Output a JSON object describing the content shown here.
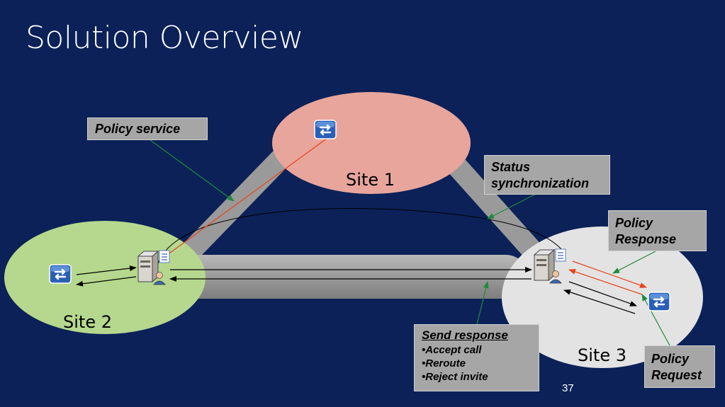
{
  "title": "Solution Overview",
  "sites": {
    "site1": "Site 1",
    "site2": "Site 2",
    "site3": "Site 3"
  },
  "callouts": {
    "policy_service": "Policy service",
    "status_sync": [
      "Status",
      "synchronization"
    ],
    "policy_response": [
      "Policy",
      "Response"
    ],
    "policy_request": [
      "Policy",
      "Request"
    ],
    "send_response": {
      "heading": "Send response",
      "items": [
        "•Accept call",
        "•Reroute",
        "•Reject invite"
      ]
    }
  },
  "page_number": "37",
  "colors": {
    "background": "#0b2158",
    "site1": "#e8a59c",
    "site2": "#b5d88e",
    "site3": "#e3e3e3",
    "link": "#9a9a9a",
    "callout": "#a6a6a6",
    "policy_arrow": "#e8431c",
    "pointer": "#1f8a3c"
  },
  "icons": {
    "policy_server": "policy-server-icon",
    "front_end_server": "front-end-server-icon"
  }
}
